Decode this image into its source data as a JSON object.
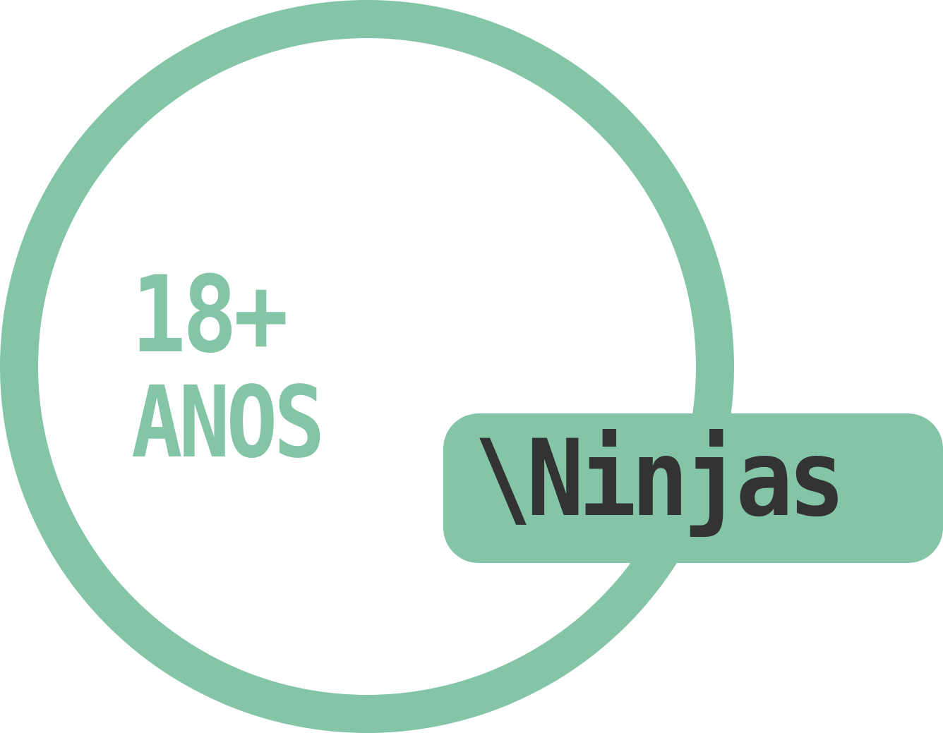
{
  "logo": {
    "years_number": "18+",
    "years_label": "ANOS",
    "badge_text": "\\Ninjas"
  },
  "colors": {
    "brand_green": "#83c5a6",
    "text_dark": "#333333",
    "background": "#ffffff"
  }
}
